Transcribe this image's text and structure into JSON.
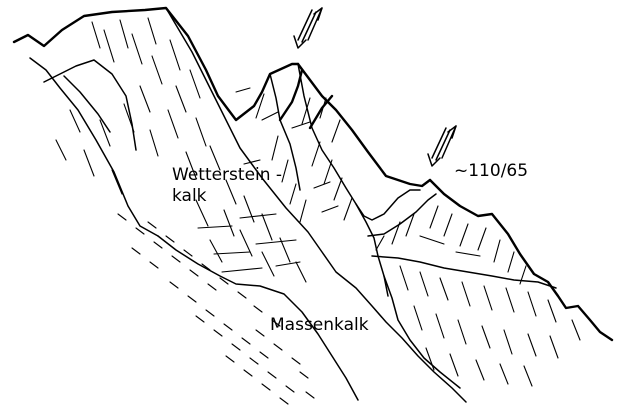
{
  "labels": {
    "wetterstein_line1": "Wetterstein -",
    "wetterstein_line2": "kalk",
    "massenkalk": "Massenkalk",
    "orientation": "~110/65"
  }
}
